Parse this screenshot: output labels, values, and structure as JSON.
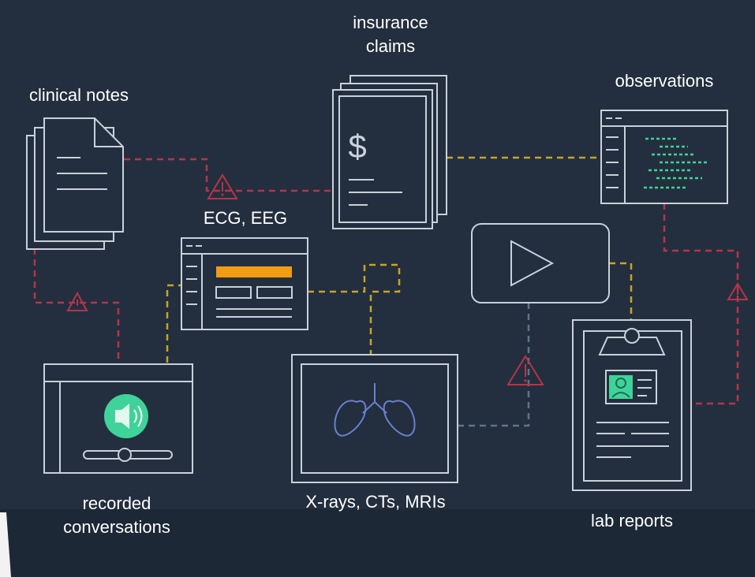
{
  "labels": {
    "insurance_claims": [
      "insurance",
      "claims"
    ],
    "observations": "observations",
    "clinical_notes": "clinical notes",
    "ecg_eeg": "ECG, EEG",
    "recorded_conversations": [
      "recorded",
      "conversations"
    ],
    "xrays": "X-rays, CTs, MRIs",
    "lab_reports": "lab reports"
  },
  "colors": {
    "background": "#232f3e",
    "stroke": "#c9d1da",
    "red_dash": "#b8334a",
    "yellow_dash": "#c8a32a",
    "blue_dash": "#5f7488",
    "orange_bar": "#f29c13",
    "green": "#3fd39a",
    "lung_blue": "#6b7fd0"
  },
  "icons": {
    "dollar": "$"
  }
}
